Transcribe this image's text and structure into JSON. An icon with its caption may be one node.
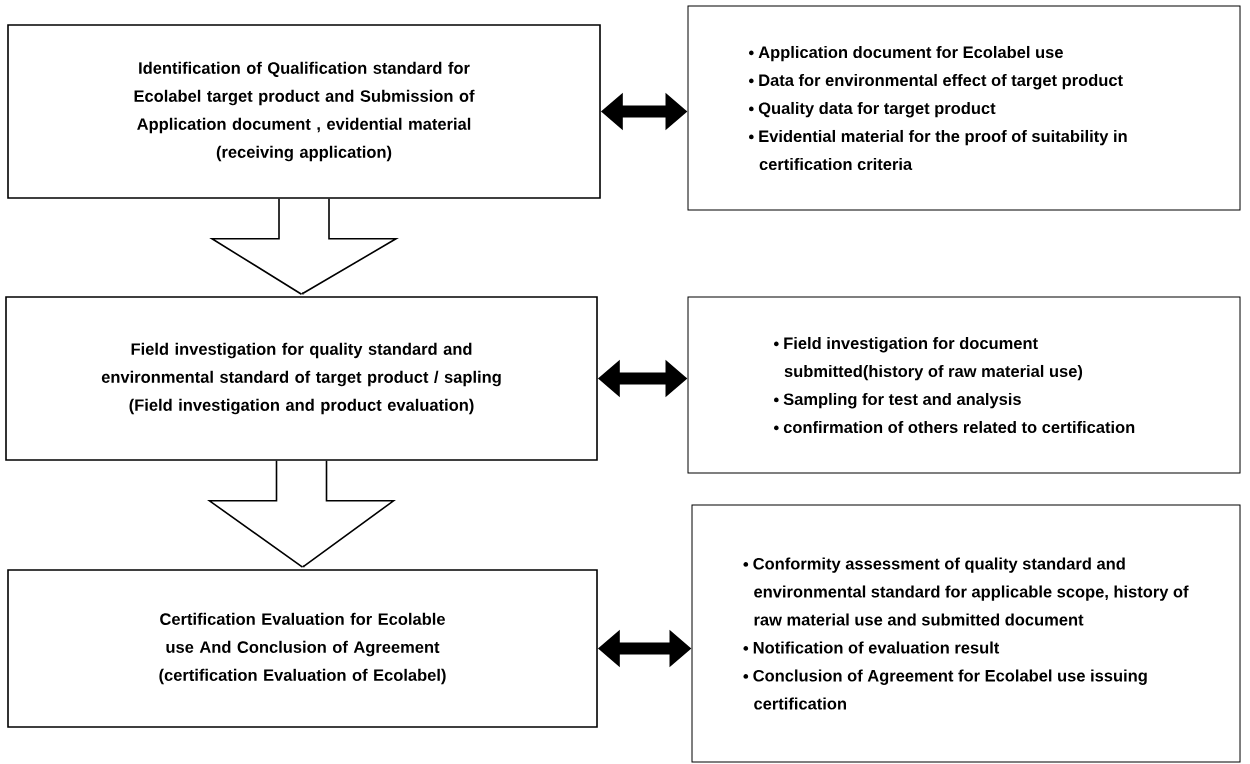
{
  "diagram": {
    "nodes": [
      {
        "text": [
          "Identification of Qualification standard for Ecolabel target product and Submission of Application document , evidential material",
          "(receiving application)"
        ]
      },
      {
        "text": [
          "Application document for Ecolabel use",
          "Data for environmental effect of target product",
          "Quality data for target product",
          "Evidential material for the proof of suitability in certification criteria"
        ]
      },
      {
        "text": [
          "Field investigation for quality standard and environmental standard of target product / sapling",
          "(Field investigation and product evaluation)"
        ]
      },
      {
        "text": [
          "Field investigation for document submitted(history of raw material use)",
          "Sampling for test and analysis",
          "confirmation of others related to certification"
        ]
      },
      {
        "text": [
          "Certification Evaluation for Ecolable use And Conclusion of Agreement",
          "(certification Evaluation of Ecolabel)"
        ]
      },
      {
        "text": [
          "Conformity assessment of quality standard and environmental standard for applicable scope, history of raw material use and submitted document",
          "Notification of evaluation result",
          "Conclusion of Agreement for Ecolabel use issuing certification"
        ]
      }
    ],
    "edges": [
      {
        "from": 0,
        "to": 1,
        "arrow": "both"
      },
      {
        "from": 0,
        "to": 2,
        "arrow": "to"
      },
      {
        "from": 2,
        "to": 3,
        "arrow": "both"
      },
      {
        "from": 2,
        "to": 4,
        "arrow": "to"
      },
      {
        "from": 4,
        "to": 5,
        "arrow": "both"
      }
    ]
  }
}
